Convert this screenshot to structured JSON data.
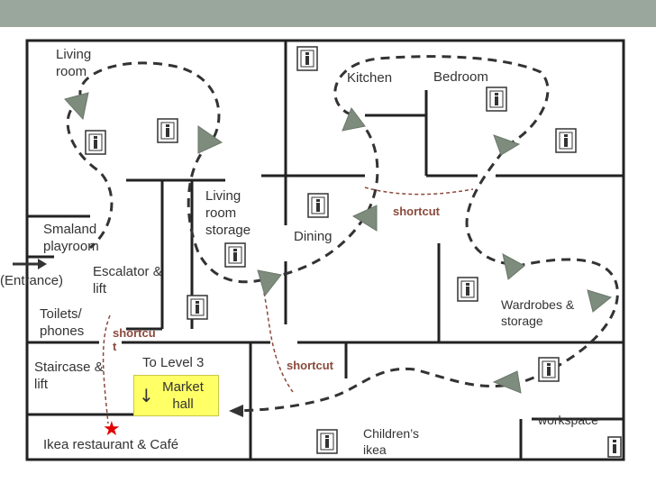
{
  "header": {
    "bar_color": "#9aa79c"
  },
  "colors": {
    "walls": "#222222",
    "path": "#333333",
    "shortcut": "#8b4a3c",
    "marker": "#7d8c7d",
    "highlight": "#ffff66",
    "star": "#e00000"
  },
  "rooms": {
    "living_room": "Living room",
    "kitchen": "Kitchen",
    "bedroom": "Bedroom",
    "living_room_storage": "Living room storage",
    "dining": "Dining",
    "smaland_playroom": "Smaland playroom",
    "escalator_lift": "Escalator & lift",
    "entrance": "(Entrance)",
    "toilets_phones": "Toilets/ phones",
    "wardrobes_storage": "Wardrobes & storage",
    "staircase_lift": "Staircase & lift",
    "to_level_3": "To Level 3",
    "market_hall": "Market hall",
    "workspace": "workspace",
    "childrens_ikea": "Children’s ikea",
    "ikea_restaurant": "Ikea restaurant & Café"
  },
  "shortcuts": {
    "label": "shortcut",
    "label_broken_1": "shortcu",
    "label_broken_2": "t"
  },
  "icons": {
    "info": "info-kiosk-icon",
    "direction": "direction-arrow-icon",
    "star": "star-icon"
  }
}
